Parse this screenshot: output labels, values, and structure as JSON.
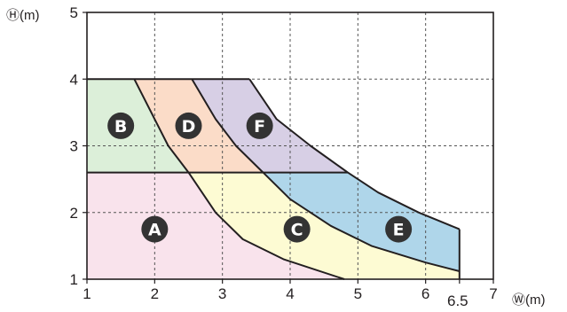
{
  "chart_data": {
    "type": "area",
    "title": "",
    "xlabel": "Ⓦ(m)",
    "ylabel": "Ⓗ(m)",
    "xlim": [
      1,
      7
    ],
    "ylim": [
      1,
      5
    ],
    "x_ticks": [
      "1",
      "2",
      "3",
      "4",
      "5",
      "6",
      "7"
    ],
    "y_ticks": [
      "1",
      "2",
      "3",
      "4",
      "5"
    ],
    "extra_x_tick": {
      "value": 6.5,
      "label": "6.5"
    },
    "grid": true,
    "border_top": 4,
    "line_y": 2.6,
    "curves": {
      "A_C": [
        [
          2.5,
          2.6
        ],
        [
          2.9,
          2.0
        ],
        [
          3.3,
          1.6
        ],
        [
          3.9,
          1.3
        ],
        [
          4.8,
          1.0
        ]
      ],
      "B_D": [
        [
          1.7,
          4.0
        ],
        [
          2.0,
          3.4
        ],
        [
          2.2,
          3.0
        ],
        [
          2.5,
          2.6
        ]
      ],
      "C_E": [
        [
          3.6,
          2.6
        ],
        [
          4.0,
          2.2
        ],
        [
          4.6,
          1.8
        ],
        [
          5.2,
          1.5
        ],
        [
          6.0,
          1.25
        ],
        [
          6.5,
          1.12
        ]
      ],
      "D_F": [
        [
          2.55,
          4.0
        ],
        [
          2.9,
          3.4
        ],
        [
          3.2,
          3.0
        ],
        [
          3.6,
          2.6
        ]
      ],
      "F_E_top": [
        [
          3.4,
          4.0
        ],
        [
          3.8,
          3.4
        ],
        [
          4.3,
          3.0
        ],
        [
          4.85,
          2.6
        ],
        [
          5.3,
          2.3
        ],
        [
          5.9,
          2.0
        ],
        [
          6.5,
          1.75
        ]
      ]
    },
    "zones": [
      {
        "id": "A",
        "label": "A",
        "color": "#f9e3ec",
        "label_pos": [
          2.0,
          1.75
        ]
      },
      {
        "id": "B",
        "label": "B",
        "color": "#dcefd9",
        "label_pos": [
          1.5,
          3.3
        ]
      },
      {
        "id": "C",
        "label": "C",
        "color": "#fdfbd3",
        "label_pos": [
          4.1,
          1.75
        ]
      },
      {
        "id": "D",
        "label": "D",
        "color": "#fbdcc8",
        "label_pos": [
          2.5,
          3.3
        ]
      },
      {
        "id": "E",
        "label": "E",
        "color": "#afd6ea",
        "label_pos": [
          5.6,
          1.75
        ]
      },
      {
        "id": "F",
        "label": "F",
        "color": "#d7cfe5",
        "label_pos": [
          3.55,
          3.3
        ]
      }
    ],
    "badge_color": "#333333"
  }
}
